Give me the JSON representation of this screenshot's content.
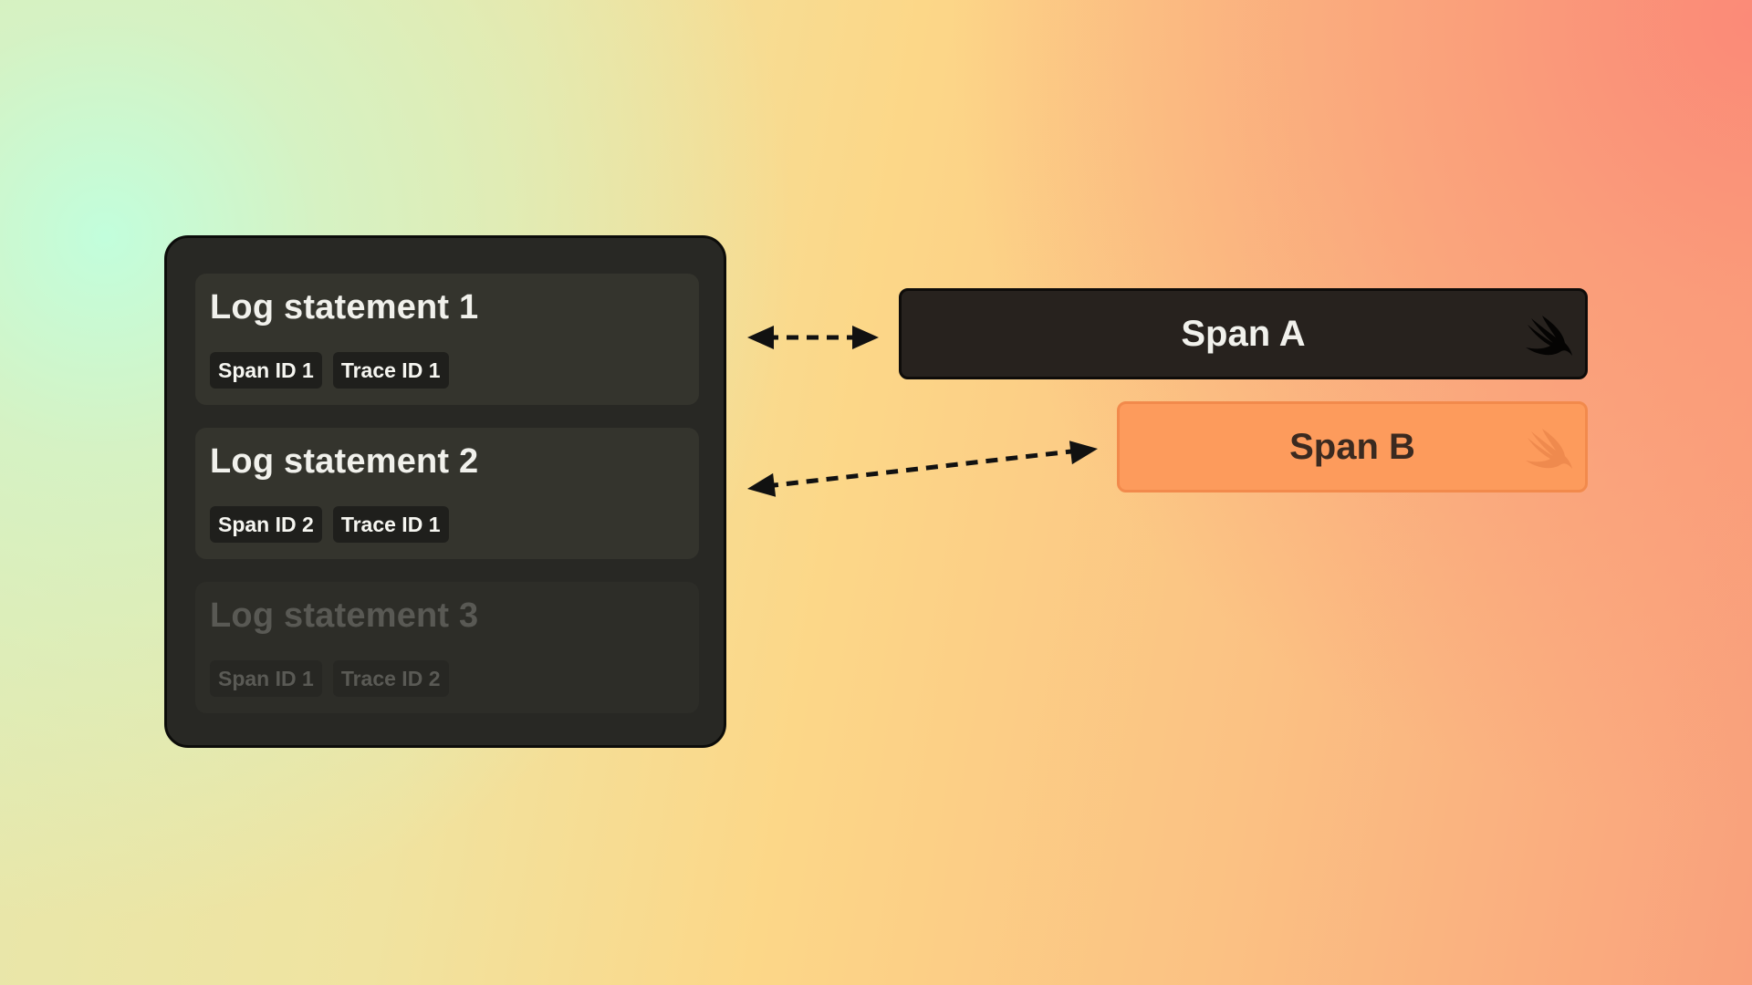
{
  "logs": {
    "items": [
      {
        "title": "Log statement 1",
        "span_id": "Span ID 1",
        "trace_id": "Trace ID 1",
        "dimmed": false
      },
      {
        "title": "Log statement 2",
        "span_id": "Span ID 2",
        "trace_id": "Trace ID 1",
        "dimmed": false
      },
      {
        "title": "Log statement 3",
        "span_id": "Span ID 1",
        "trace_id": "Trace ID 2",
        "dimmed": true
      }
    ]
  },
  "spans": {
    "a": {
      "label": "Span A",
      "icon": "swift-logo-icon",
      "color": "#27221e"
    },
    "b": {
      "label": "Span B",
      "icon": "swift-logo-icon",
      "color": "#fd9b5c"
    }
  },
  "links": [
    {
      "from": "Log statement 1",
      "to": "Span A",
      "style": "dashed",
      "bidirectional": true
    },
    {
      "from": "Log statement 2",
      "to": "Span B",
      "style": "dashed",
      "bidirectional": true
    }
  ]
}
